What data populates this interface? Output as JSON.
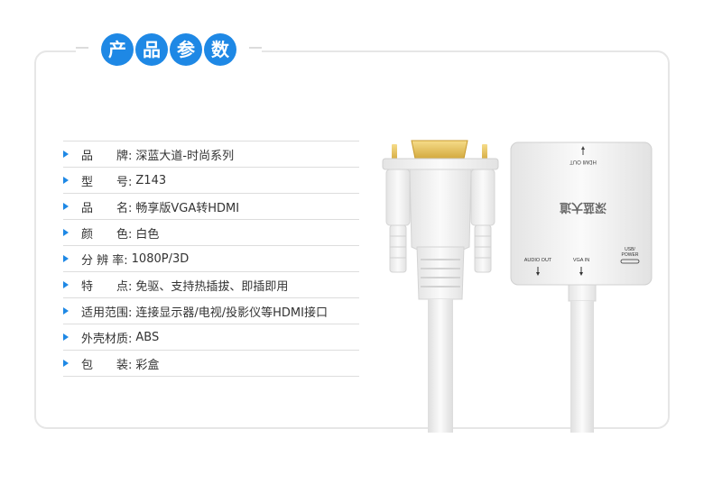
{
  "heading": {
    "chars": [
      "产",
      "品",
      "参",
      "数"
    ]
  },
  "specs": [
    {
      "label": "品　　牌:",
      "value": "深蓝大道-时尚系列"
    },
    {
      "label": "型　　号:",
      "value": "Z143"
    },
    {
      "label": "品　　名:",
      "value": "畅享版VGA转HDMI"
    },
    {
      "label": "颜　　色:",
      "value": "白色"
    },
    {
      "label": "分 辨 率:",
      "value": "1080P/3D"
    },
    {
      "label": "特　　点:",
      "value": "免驱、支持热插拔、即插即用"
    },
    {
      "label": "适用范围:",
      "value": "连接显示器/电视/投影仪等HDMI接口"
    },
    {
      "label": "外壳材质:",
      "value": "ABS"
    },
    {
      "label": "包　　装:",
      "value": "彩盒"
    }
  ],
  "device": {
    "hdmi_out_label": "HDMI OUT",
    "brand_label": "深蓝大道",
    "audio_out_label": "AUDIO OUT",
    "vga_in_label": "VGA IN",
    "usb_label": "USB/",
    "power_label": "POWER"
  },
  "colors": {
    "accent": "#1e88e5",
    "connector_gold": "#e8c25a",
    "cable_white": "#eeeeee"
  }
}
